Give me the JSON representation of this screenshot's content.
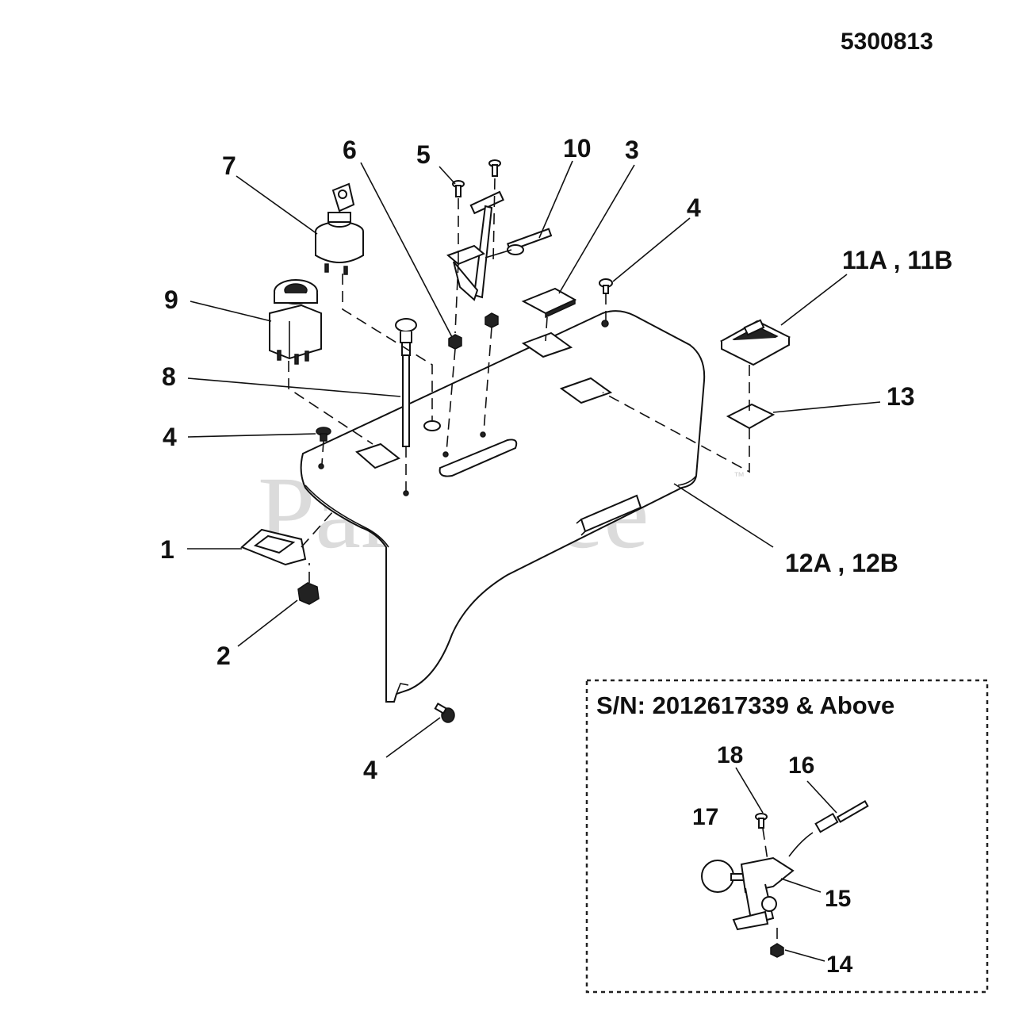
{
  "document": {
    "number": "5300813",
    "watermark": "PartsTree",
    "watermark_mark": "™"
  },
  "callouts": {
    "c1": "1",
    "c2": "2",
    "c3": "3",
    "c4a": "4",
    "c4b": "4",
    "c4c": "4",
    "c5": "5",
    "c6": "6",
    "c7": "7",
    "c8": "8",
    "c9": "9",
    "c10": "10",
    "c11": "11A , 11B",
    "c12": "12A , 12B",
    "c13": "13"
  },
  "inset": {
    "title": "S/N: 2012617339 & Above",
    "callouts": {
      "c14": "14",
      "c15": "15",
      "c16": "16",
      "c17": "17",
      "c18": "18"
    }
  }
}
